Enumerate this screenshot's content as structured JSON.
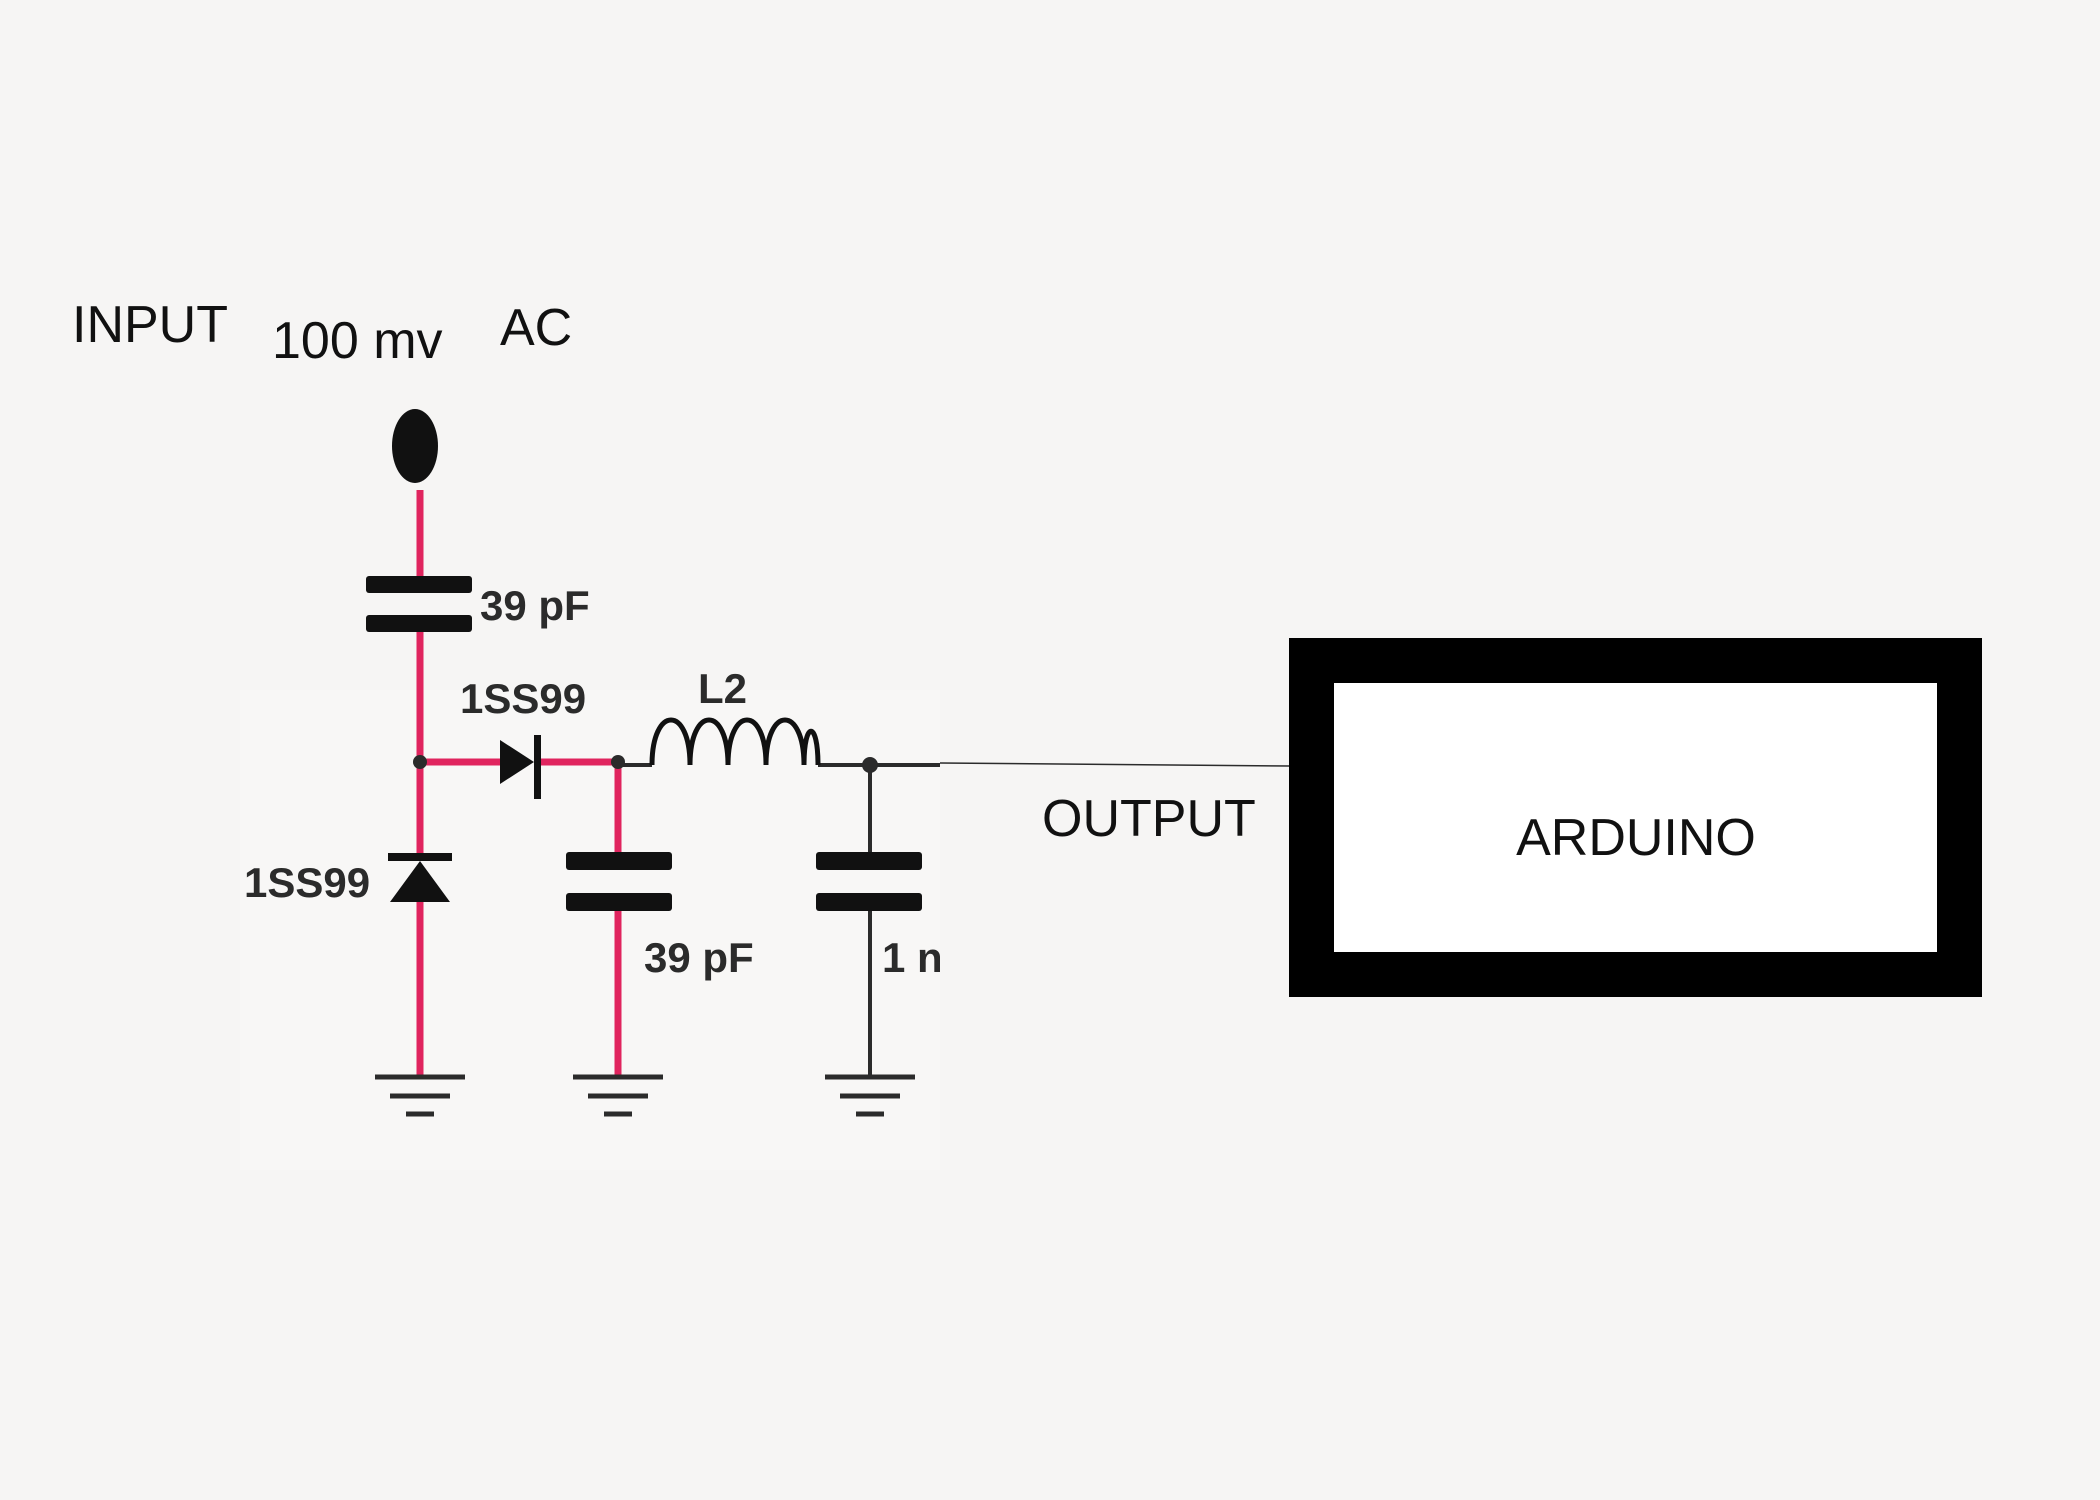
{
  "labels": {
    "input": "INPUT",
    "voltage": "100 mv",
    "ac": "AC",
    "output": "OUTPUT",
    "arduino": "ARDUINO"
  },
  "components": {
    "cap_input": "39 pF",
    "diode_series": "1SS99",
    "diode_shunt": "1SS99",
    "inductor": "L2",
    "cap_shunt_middle": "39 pF",
    "cap_shunt_output": "1 n"
  },
  "colors": {
    "signal_wire": "#e0245e",
    "ground_wire": "#2b2b2b",
    "component": "#111111",
    "background": "#f6f5f4"
  }
}
